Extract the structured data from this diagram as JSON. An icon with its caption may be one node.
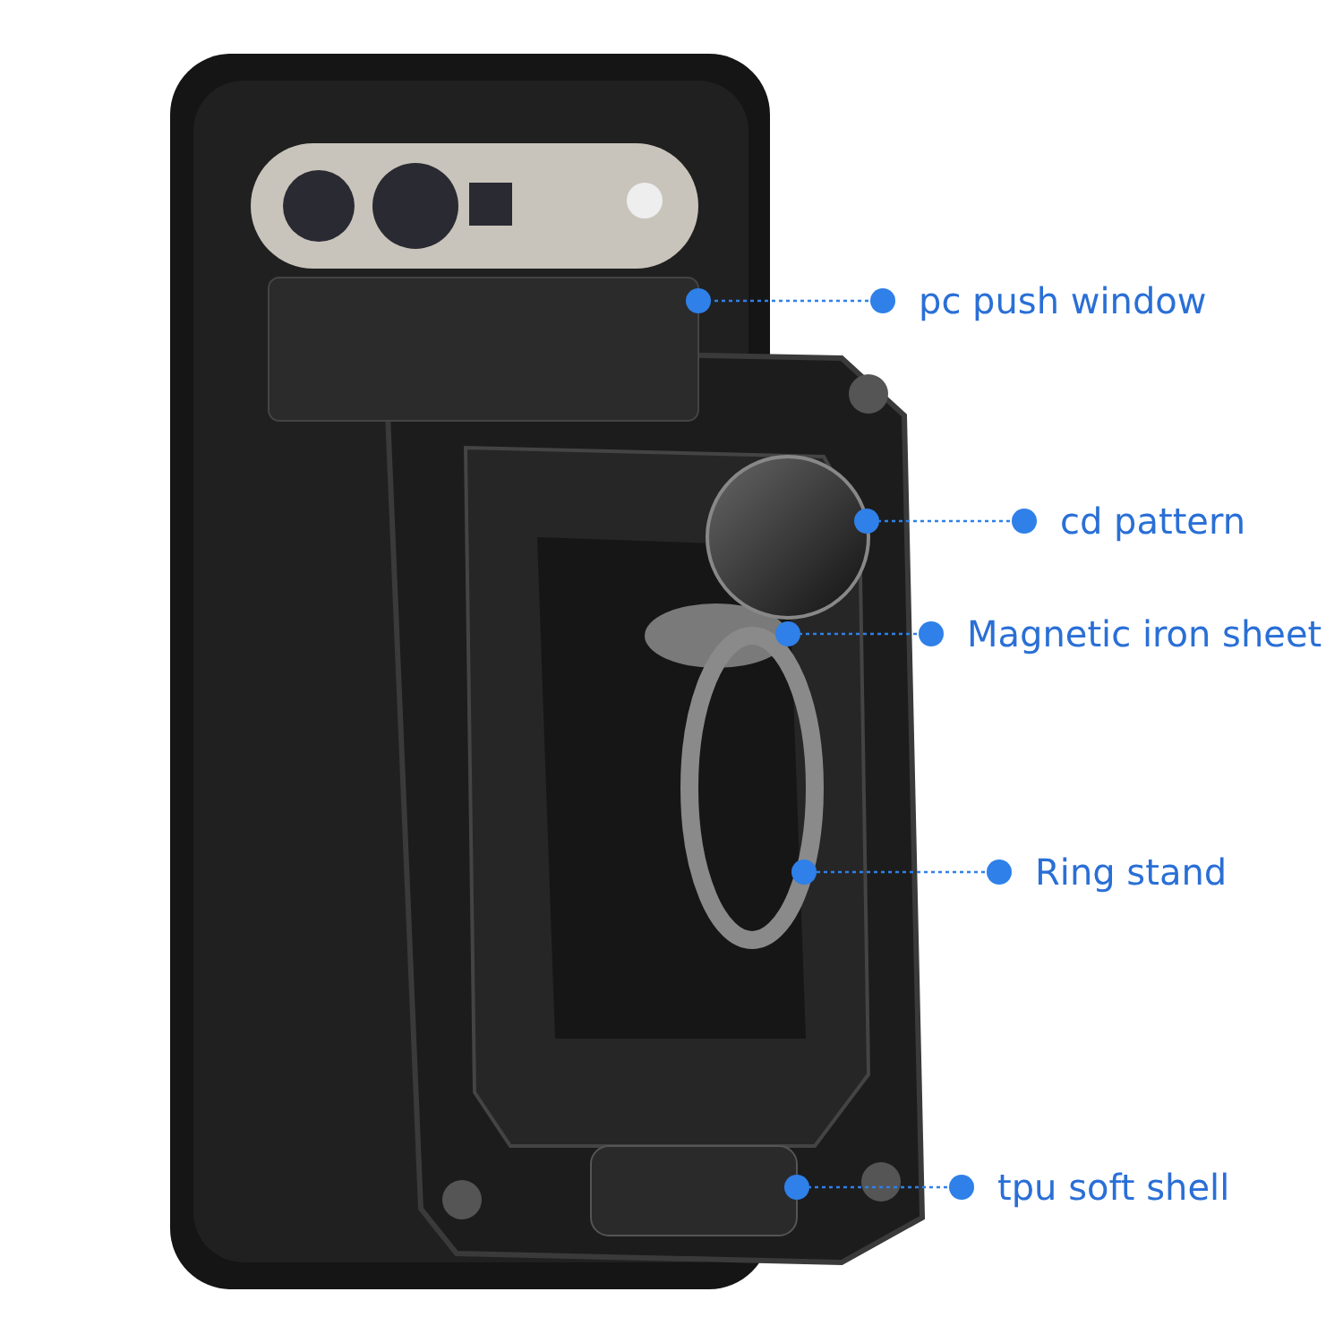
{
  "diagram": {
    "nodes": [
      {
        "text": [
          "pc push window"
        ]
      },
      {
        "text": [
          "cd pattern"
        ]
      },
      {
        "text": [
          "Magnetic iron sheet"
        ]
      },
      {
        "text": [
          "Ring stand"
        ]
      },
      {
        "text": [
          "tpu soft shell"
        ]
      },
      {
        "text": [],
        "shape": "picture"
      },
      {
        "text": [],
        "shape": "picture"
      },
      {
        "text": [],
        "shape": "picture"
      },
      {
        "text": [],
        "shape": "picture"
      },
      {
        "text": [],
        "shape": "picture"
      }
    ],
    "edges": [
      {
        "from": 0,
        "to": 5,
        "arrow": "other"
      },
      {
        "from": 1,
        "to": 6,
        "arrow": "other"
      },
      {
        "from": 2,
        "to": 7,
        "arrow": "other"
      },
      {
        "from": 3,
        "to": 8,
        "arrow": "other"
      },
      {
        "from": 4,
        "to": 9,
        "arrow": "other"
      }
    ]
  }
}
